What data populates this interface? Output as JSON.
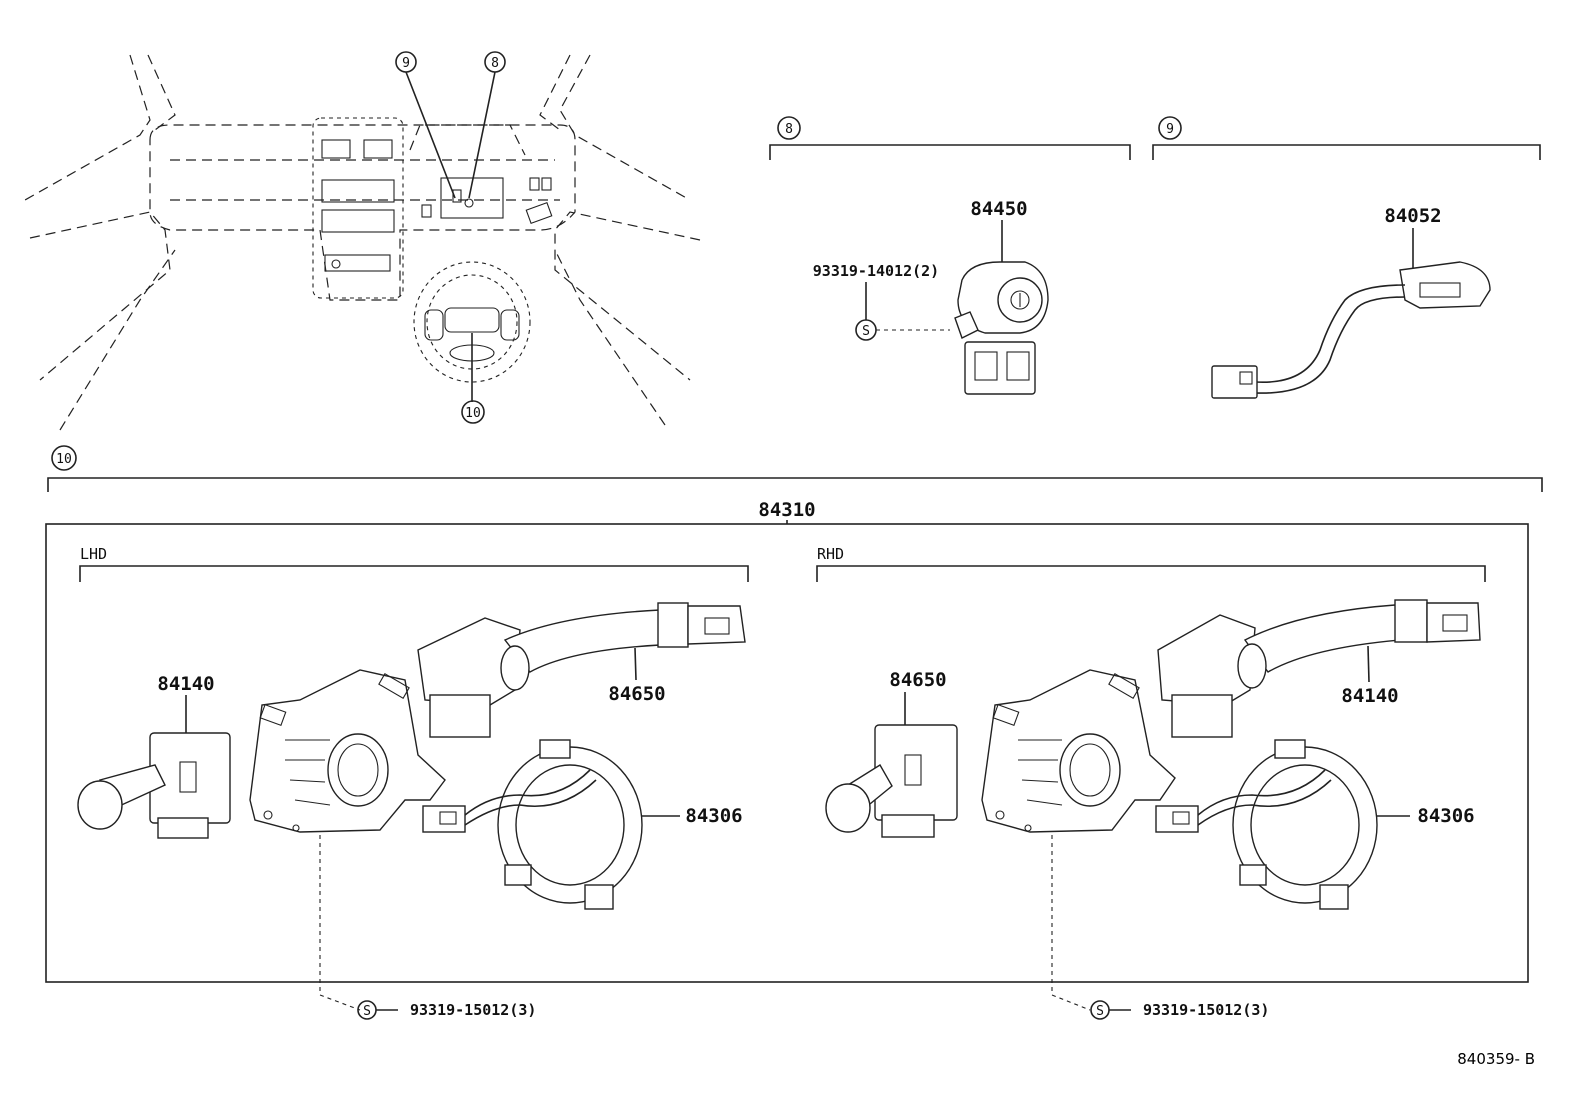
{
  "callouts": {
    "c8": "8",
    "c9": "9",
    "c10": "10",
    "s": "S"
  },
  "parts": {
    "p84450": "84450",
    "p84052": "84052",
    "p84310": "84310",
    "lhd_84140": "84140",
    "lhd_84650": "84650",
    "lhd_84306": "84306",
    "rhd_84650": "84650",
    "rhd_84140": "84140",
    "rhd_84306": "84306"
  },
  "fasteners": {
    "screw_top": "93319-14012(2)",
    "screw_lhd": "93319-15012(3)",
    "screw_rhd": "93319-15012(3)"
  },
  "groups": {
    "lhd": "LHD",
    "rhd": "RHD"
  },
  "reference": "840359- B"
}
